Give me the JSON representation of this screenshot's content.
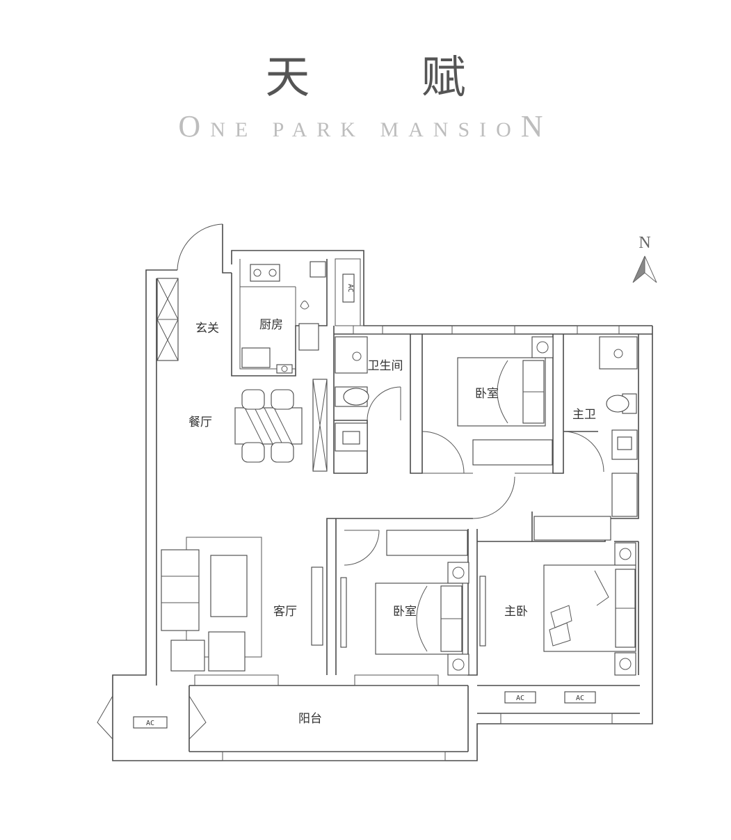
{
  "header": {
    "title_cn": "天 赋",
    "title_en_lead": "O",
    "title_en_mid": "NE PARK MANSIO",
    "title_en_tail": "N"
  },
  "compass": {
    "label": "N"
  },
  "rooms": {
    "entrance": "玄关",
    "kitchen": "厨房",
    "dining": "餐厅",
    "bathroom": "卫生间",
    "bedroom_north": "卧室",
    "master_bath": "主卫",
    "living": "客厅",
    "bedroom_south": "卧室",
    "master_bedroom": "主卧",
    "balcony": "阳台"
  },
  "ac_units": {
    "kitchen_ac": "AC",
    "balcony_ac": "AC",
    "master_ac_1": "AC",
    "master_ac_2": "AC"
  },
  "colors": {
    "line": "#4a4a4a",
    "title": "#555555",
    "subtitle": "#bdbdbd"
  }
}
